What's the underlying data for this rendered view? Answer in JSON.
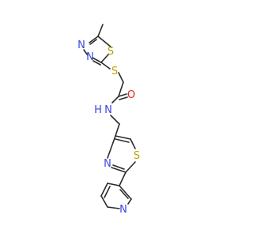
{
  "molecule": {
    "atom_labels": {
      "n_thiadiazole_1": "N",
      "n_thiadiazole_2": "N",
      "s_thiadiazole": "S",
      "s_thioether": "S",
      "o_carbonyl": "O",
      "n_amide": "N",
      "h_amide": "H",
      "s_thiazole": "S",
      "n_thiazole": "N",
      "n_pyridine": "N"
    },
    "colors": {
      "bond": "#2b2b2b",
      "nitrogen": "#3b46e0",
      "sulfur": "#b8a400",
      "oxygen": "#e02020"
    }
  }
}
